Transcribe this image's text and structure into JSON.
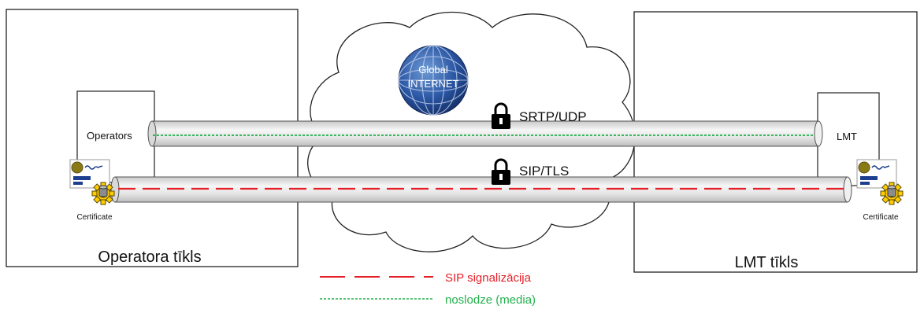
{
  "networks": {
    "left": {
      "title": "Operatora tīkls",
      "node_label": "Operators",
      "cert_label": "Certificate"
    },
    "right": {
      "title": "LMT tīkls",
      "node_label": "LMT",
      "cert_label": "Certificate"
    }
  },
  "internet": {
    "line1": "Global",
    "line2": "INTERNET"
  },
  "tunnels": {
    "media": {
      "label": "SRTP/UDP"
    },
    "signaling": {
      "label": "SIP/TLS"
    }
  },
  "legend": {
    "signaling": {
      "label": "SIP signalizācija",
      "color": "#e41e26"
    },
    "media": {
      "label": "noslodze (media)",
      "color": "#22b14c"
    }
  },
  "icons": {
    "lock": "lock-icon",
    "globe": "globe-icon",
    "certificate": "certificate-icon",
    "gear": "gear-icon"
  }
}
